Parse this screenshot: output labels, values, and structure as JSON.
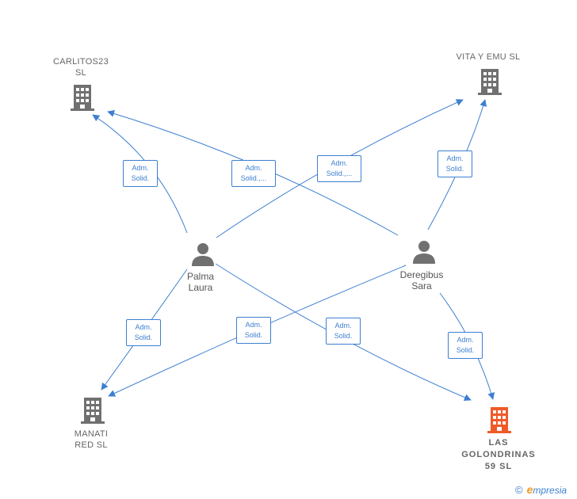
{
  "colors": {
    "edge": "#3d7fd1",
    "company_icon": "#707070",
    "focus_icon": "#f05a28",
    "person_icon": "#707070",
    "node_text": "#666666"
  },
  "companies": {
    "carlitos": {
      "line1": "CARLITOS23",
      "line2": "SL",
      "icon": "building-icon"
    },
    "vita": {
      "line1": "VITA Y EMU SL",
      "icon": "building-icon"
    },
    "manati": {
      "line1": "MANATI",
      "line2": "RED SL",
      "icon": "building-icon"
    },
    "golondrinas": {
      "line1": "LAS",
      "line2": "GOLONDRINAS",
      "line3": "59  SL",
      "icon": "building-icon"
    }
  },
  "people": {
    "palma": {
      "line1": "Palma",
      "line2": "Laura",
      "icon": "person-icon"
    },
    "deregibus": {
      "line1": "Deregibus",
      "line2": "Sara",
      "icon": "person-icon"
    }
  },
  "relations": {
    "palma_carlitos": {
      "line1": "Adm.",
      "line2": "Solid."
    },
    "deregibus_carlitos": {
      "line1": "Adm.",
      "line2": "Solid.,..."
    },
    "palma_vita": {
      "line1": "Adm.",
      "line2": "Solid.,..."
    },
    "deregibus_vita": {
      "line1": "Adm.",
      "line2": "Solid."
    },
    "palma_manati": {
      "line1": "Adm.",
      "line2": "Solid."
    },
    "deregibus_manati": {
      "line1": "Adm.",
      "line2": "Solid."
    },
    "palma_golondrinas": {
      "line1": "Adm.",
      "line2": "Solid."
    },
    "deregibus_golondrinas": {
      "line1": "Adm.",
      "line2": "Solid."
    }
  },
  "footer": {
    "copyright": "©",
    "brand_initial": "e",
    "brand_rest": "mpresia"
  }
}
